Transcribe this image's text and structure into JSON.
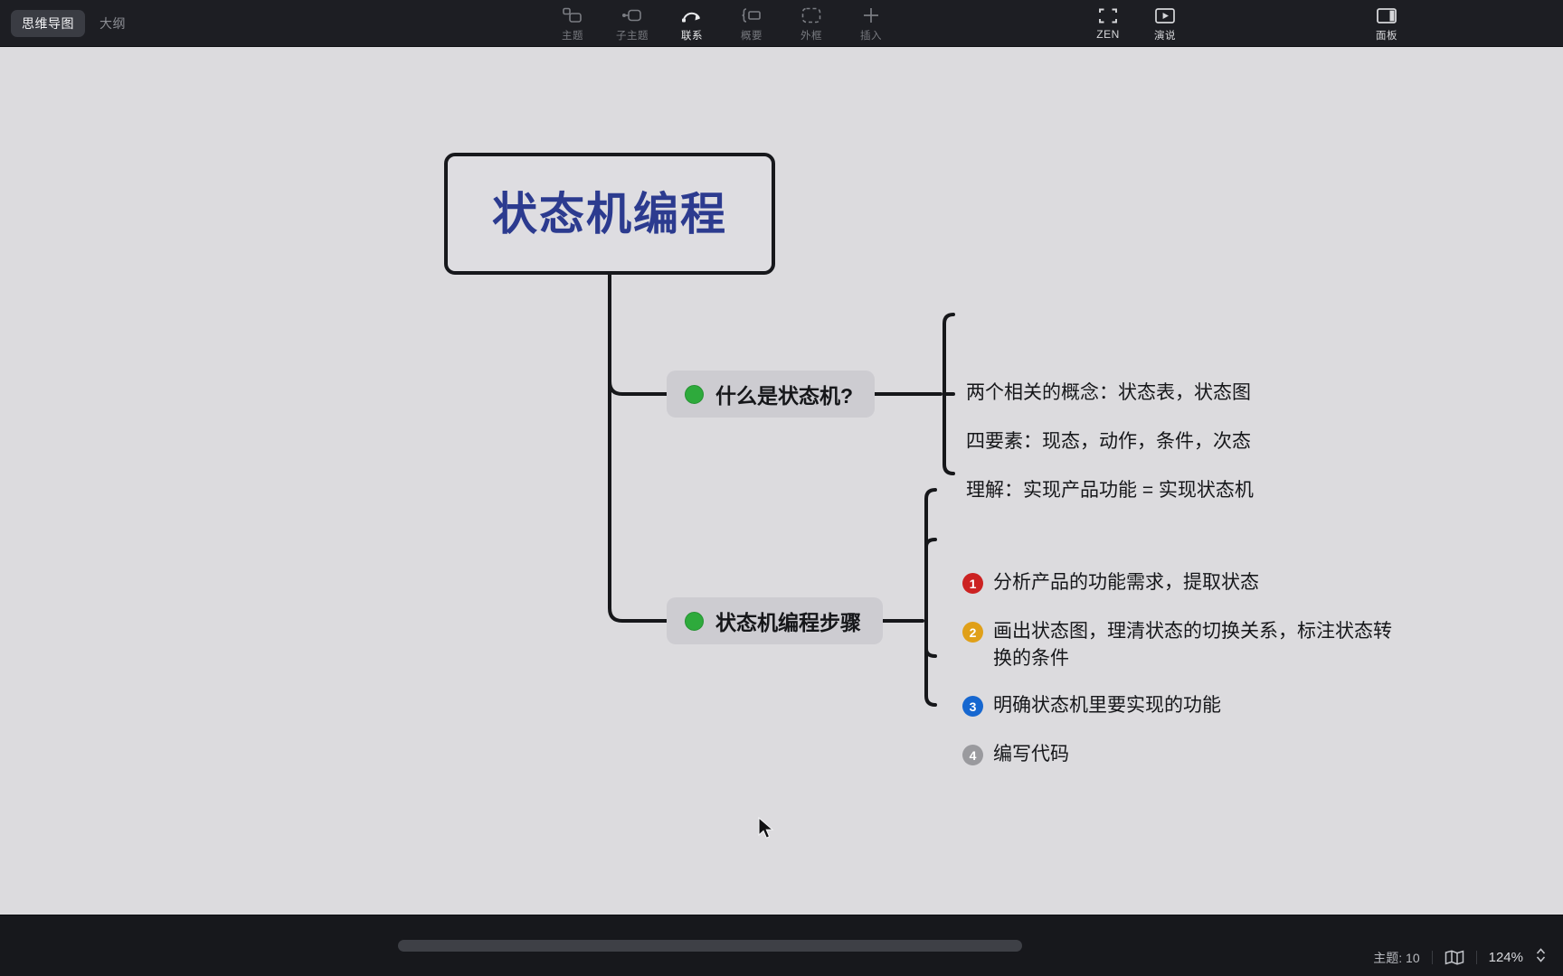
{
  "topbar": {
    "mode_tabs": [
      {
        "label": "思维导图",
        "active": true
      },
      {
        "label": "大纲",
        "active": false
      }
    ],
    "tools": [
      {
        "label": "主题",
        "icon": "topic-icon",
        "active": false
      },
      {
        "label": "子主题",
        "icon": "subtopic-icon",
        "active": false
      },
      {
        "label": "联系",
        "icon": "relation-icon",
        "active": true
      },
      {
        "label": "概要",
        "icon": "summary-icon",
        "active": false
      },
      {
        "label": "外框",
        "icon": "boundary-icon",
        "active": false
      },
      {
        "label": "插入",
        "icon": "insert-plus-icon",
        "active": false
      }
    ],
    "right_tools": [
      {
        "label": "ZEN",
        "icon": "zen-fullscreen-icon"
      },
      {
        "label": "演说",
        "icon": "presentation-play-icon"
      }
    ],
    "far_tools": [
      {
        "label": "面板",
        "icon": "side-panel-icon"
      }
    ]
  },
  "mindmap": {
    "root": {
      "text": "状态机编程",
      "text_color": "#2c3b8f",
      "border_color": "#17181c"
    },
    "branches": [
      {
        "text": "什么是状态机?",
        "dot_color": "#2eaa3c",
        "leaves": [
          {
            "text": "两个相关的概念：状态表，状态图"
          },
          {
            "text": "四要素：现态，动作，条件，次态"
          },
          {
            "text": "理解：实现产品功能 = 实现状态机"
          }
        ]
      },
      {
        "text": "状态机编程步骤",
        "dot_color": "#2eaa3c",
        "leaves": [
          {
            "badge": "1",
            "badge_color": "#cc2222",
            "text": "分析产品的功能需求，提取状态"
          },
          {
            "badge": "2",
            "badge_color": "#e0a019",
            "text": "画出状态图，理清状态的切换关系，标注状态转\n换的条件"
          },
          {
            "badge": "3",
            "badge_color": "#1667d0",
            "text": "明确状态机里要实现的功能"
          },
          {
            "badge": "4",
            "badge_color": "#9a9a9e",
            "text": "编写代码"
          }
        ]
      }
    ]
  },
  "statusbar": {
    "topic_count": "主题: 10",
    "map_icon": "map-book-icon",
    "zoom_level": "124%",
    "stepper_icon": "zoom-stepper-icon"
  }
}
